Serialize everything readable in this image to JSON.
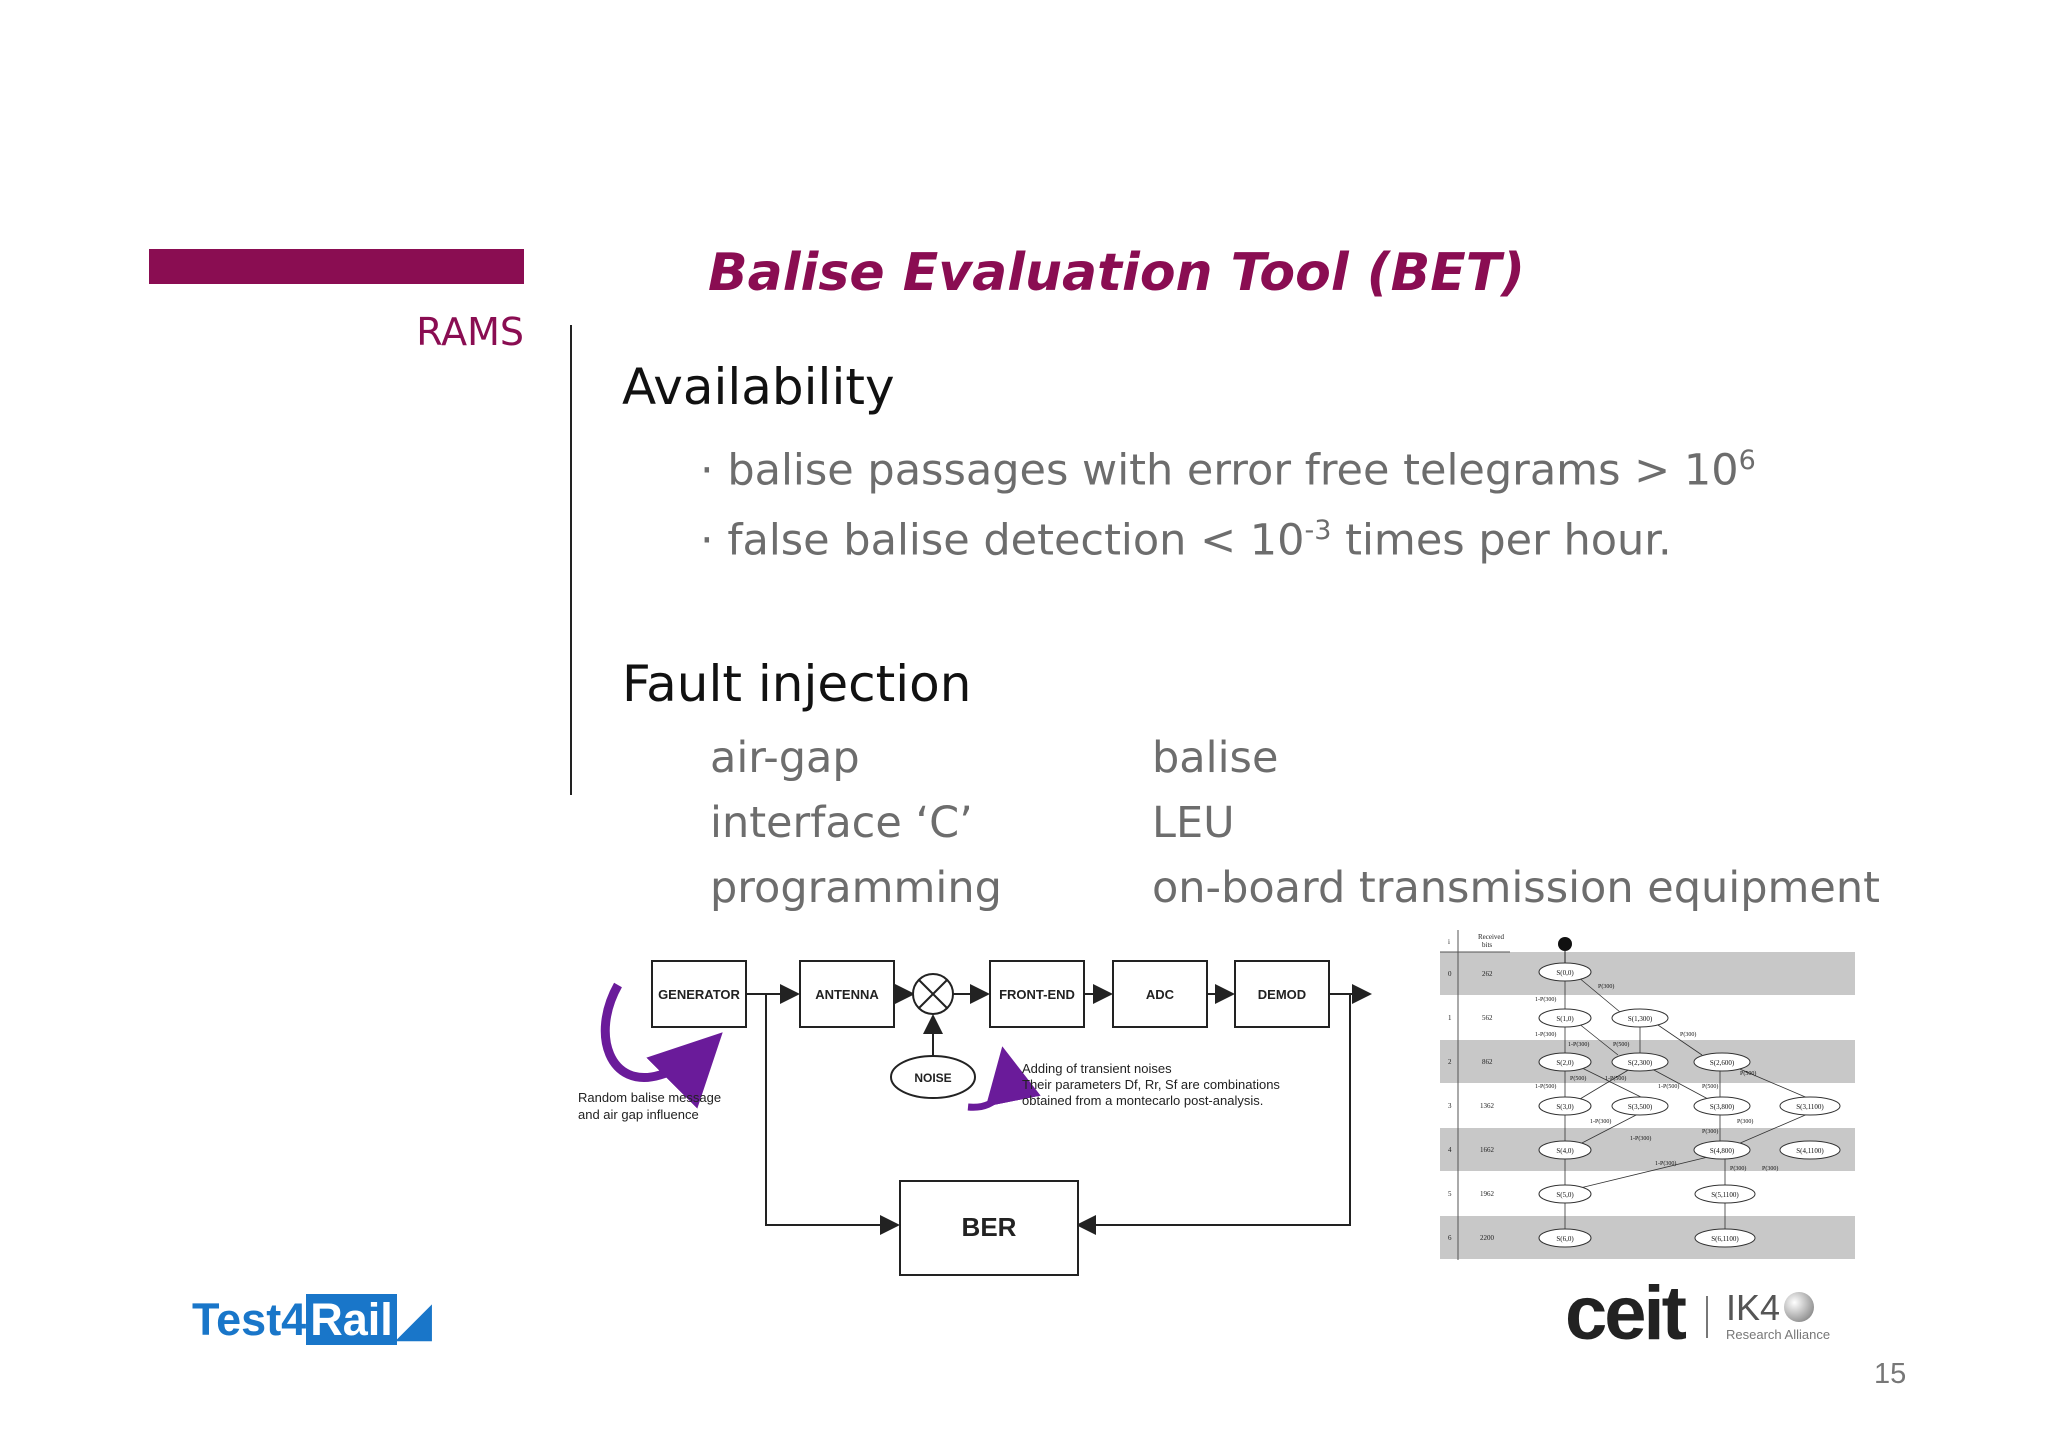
{
  "section": "RAMS",
  "title": "Balise Evaluation Tool (BET)",
  "availability": {
    "heading": "Availability",
    "bullet1": {
      "text": "· balise passages with error free telegrams > 10",
      "sup": "6"
    },
    "bullet2": {
      "pre": "· false balise detection < 10",
      "sup": "-3",
      "post": " times per hour."
    }
  },
  "fault_injection": {
    "heading": "Fault injection",
    "left": [
      "air-gap",
      "interface ‘C’",
      "programming"
    ],
    "right": [
      "balise",
      "LEU",
      "on-board transmission equipment"
    ]
  },
  "diagram": {
    "blocks": [
      "GENERATOR",
      "ANTENNA",
      "FRONT-END",
      "ADC",
      "DEMOD"
    ],
    "noise": "NOISE",
    "ber": "BER",
    "note_random": [
      "Random balise message",
      "and air gap influence"
    ],
    "note_noise": [
      "Adding of transient noises",
      "Their parameters Df, Rr, Sf are combinations",
      "obtained from a montecarlo post-analysis."
    ]
  },
  "markov": {
    "header_i": "i",
    "header_bits": [
      "Received",
      "bits"
    ],
    "rows": [
      {
        "i": "0",
        "bits": "262"
      },
      {
        "i": "1",
        "bits": "562"
      },
      {
        "i": "2",
        "bits": "862"
      },
      {
        "i": "3",
        "bits": "1362"
      },
      {
        "i": "4",
        "bits": "1662"
      },
      {
        "i": "5",
        "bits": "1962"
      },
      {
        "i": "6",
        "bits": "2200"
      }
    ],
    "nodes": [
      "S(0,0)",
      "S(1,0)",
      "S(1,300)",
      "S(2,0)",
      "S(2,300)",
      "S(2,600)",
      "S(3,0)",
      "S(3,500)",
      "S(3,800)",
      "S(3,1100)",
      "S(4,0)",
      "S(4,800)",
      "S(4,1100)",
      "S(5,0)",
      "S(5,1100)",
      "S(6,0)",
      "S(6,1100)"
    ],
    "edge_labels": [
      "P(300)",
      "1-P(300)",
      "1-P(300)",
      "P(300)",
      "1-P(300)",
      "P(500)",
      "P(500)",
      "1-P(500)",
      "P(500)",
      "1-P(500)",
      "P(500)",
      "1-P(500)",
      "P(300)",
      "1-P(300)",
      "P(300)",
      "1-P(300)",
      "P(300)",
      "1-P(300)",
      "P(300)"
    ]
  },
  "logos": {
    "test4rail_a": "Test4",
    "test4rail_b": "Rail",
    "ceit": "ceit",
    "ik4": "IK4",
    "ra": "Research Alliance"
  },
  "page_number": "15"
}
